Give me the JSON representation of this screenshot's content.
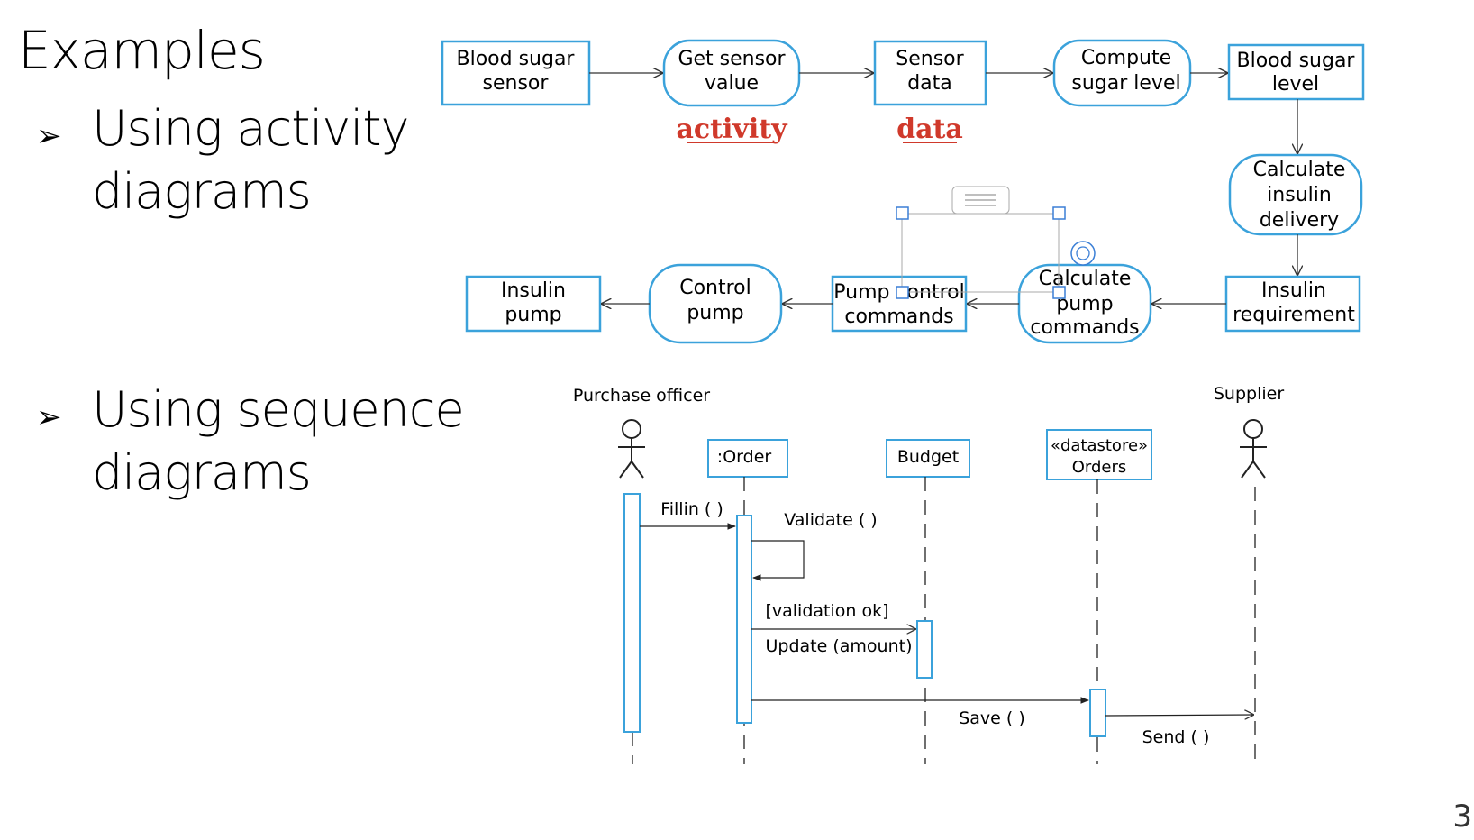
{
  "slide": {
    "title": "Examples",
    "bullets": [
      {
        "text": "Using activity\ndiagrams"
      },
      {
        "text": "Using sequence\ndiagrams"
      }
    ],
    "page_number": "3"
  },
  "activity_diagram": {
    "nodes": {
      "blood_sugar_sensor": [
        "Blood sugar",
        "sensor"
      ],
      "get_sensor_value": [
        "Get sensor",
        "value"
      ],
      "sensor_data": [
        "Sensor",
        "data"
      ],
      "compute_sugar_level": [
        "Compute",
        "sugar level"
      ],
      "blood_sugar_level": [
        "Blood sugar",
        "level"
      ],
      "calculate_insulin_delivery": [
        "Calculate",
        "insulin",
        "delivery"
      ],
      "insulin_requirement": [
        "Insulin",
        "requirement"
      ],
      "calculate_pump_commands": [
        "Calculate",
        "pump",
        "commands"
      ],
      "pump_control_commands": [
        "Pump control",
        "commands"
      ],
      "control_pump": [
        "Control",
        "pump"
      ],
      "insulin_pump": [
        "Insulin",
        "pump"
      ]
    },
    "legend": {
      "activity": "activity",
      "data": "data"
    },
    "legend_color": "#d0392b",
    "stroke_color": "#3ba2db"
  },
  "sequence_diagram": {
    "actors": {
      "purchase_officer": "Purchase officer",
      "supplier": "Supplier"
    },
    "lifelines": {
      "order": ":Order",
      "budget": "Budget",
      "orders_line1": "«datastore»",
      "orders_line2": "Orders"
    },
    "messages": {
      "fillin": "Fillin ( )",
      "validate": "Validate ( )",
      "validation_ok": "[validation ok]",
      "update": "Update (amount)",
      "save": "Save ( )",
      "send": "Send ( )"
    }
  }
}
